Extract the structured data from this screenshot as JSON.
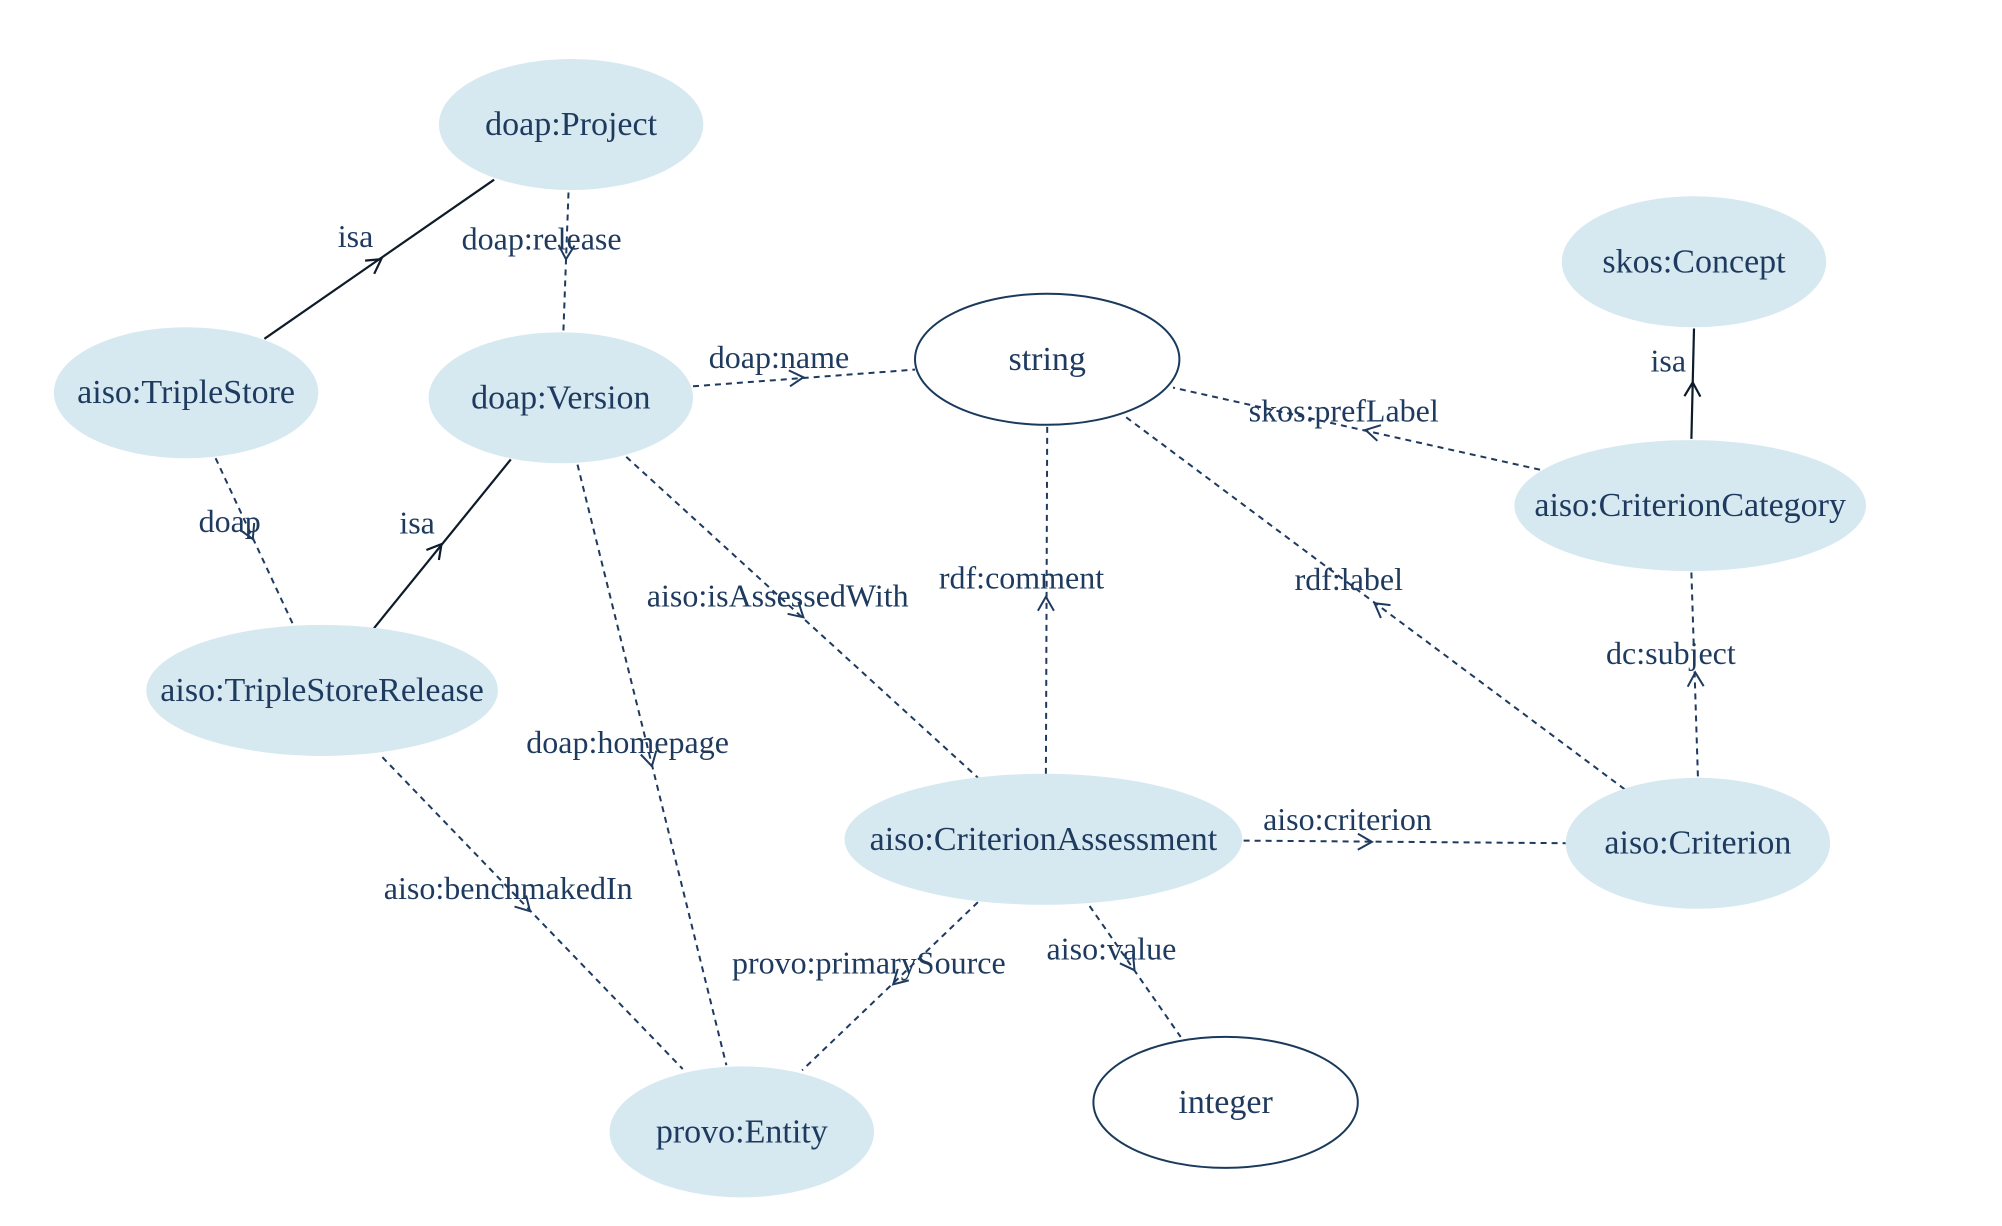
{
  "nodes": {
    "doap_project": {
      "label": "doap:Project",
      "style": "filled"
    },
    "skos_concept": {
      "label": "skos:Concept",
      "style": "filled"
    },
    "aiso_triplestore": {
      "label": "aiso:TripleStore",
      "style": "filled"
    },
    "doap_version": {
      "label": "doap:Version",
      "style": "filled"
    },
    "string": {
      "label": "string",
      "style": "outline"
    },
    "aiso_criterioncategory": {
      "label": "aiso:CriterionCategory",
      "style": "filled"
    },
    "aiso_triplestorerelease": {
      "label": "aiso:TripleStoreRelease",
      "style": "filled"
    },
    "aiso_criterionassessment": {
      "label": "aiso:CriterionAssessment",
      "style": "filled"
    },
    "aiso_criterion": {
      "label": "aiso:Criterion",
      "style": "filled"
    },
    "provo_entity": {
      "label": "provo:Entity",
      "style": "filled"
    },
    "integer": {
      "label": "integer",
      "style": "outline"
    }
  },
  "edges": [
    {
      "id": "e1",
      "from": "aiso_triplestore",
      "to": "doap_project",
      "label": "isa",
      "style": "solid"
    },
    {
      "id": "e2",
      "from": "doap_project",
      "to": "doap_version",
      "label": "doap:release",
      "style": "dashed"
    },
    {
      "id": "e3",
      "from": "doap_version",
      "to": "string",
      "label": "doap:name",
      "style": "dashed"
    },
    {
      "id": "e4",
      "from": "aiso_criterioncategory",
      "to": "skos_concept",
      "label": "isa",
      "style": "solid"
    },
    {
      "id": "e5",
      "from": "aiso_criterioncategory",
      "to": "string",
      "label": "skos:prefLabel",
      "style": "dashed"
    },
    {
      "id": "e6",
      "from": "aiso_triplestore",
      "to": "aiso_triplestorerelease",
      "label": "doap",
      "style": "dashed"
    },
    {
      "id": "e7",
      "from": "aiso_triplestorerelease",
      "to": "doap_version",
      "label": "isa",
      "style": "solid"
    },
    {
      "id": "e8",
      "from": "doap_version",
      "to": "aiso_criterionassessment",
      "label": "aiso:isAssessedWith",
      "style": "dashed"
    },
    {
      "id": "e9",
      "from": "aiso_criterionassessment",
      "to": "string",
      "label": "rdf:comment",
      "style": "dashed"
    },
    {
      "id": "e10",
      "from": "aiso_criterion",
      "to": "string",
      "label": "rdf:label",
      "style": "dashed"
    },
    {
      "id": "e11",
      "from": "aiso_criterion",
      "to": "aiso_criterioncategory",
      "label": "dc:subject",
      "style": "dashed"
    },
    {
      "id": "e12",
      "from": "doap_version",
      "to": "provo_entity",
      "label": "doap:homepage",
      "style": "dashed"
    },
    {
      "id": "e13",
      "from": "aiso_criterionassessment",
      "to": "aiso_criterion",
      "label": "aiso:criterion",
      "style": "dashed"
    },
    {
      "id": "e14",
      "from": "aiso_triplestorerelease",
      "to": "provo_entity",
      "label": "aiso:benchmakedIn",
      "style": "dashed"
    },
    {
      "id": "e15",
      "from": "aiso_criterionassessment",
      "to": "provo_entity",
      "label": "provo:primarySource",
      "style": "dashed"
    },
    {
      "id": "e16",
      "from": "aiso_criterionassessment",
      "to": "integer",
      "label": "aiso:value",
      "style": "dashed"
    }
  ]
}
